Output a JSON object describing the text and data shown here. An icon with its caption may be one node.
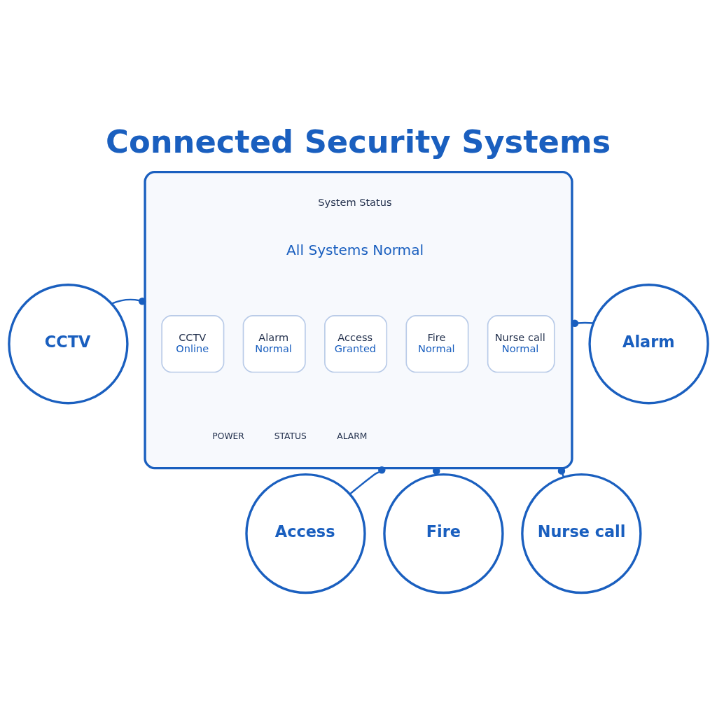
{
  "diagram": {
    "title": "Connected Security Systems",
    "nodes": [
      {
        "text": [
          "CCTV"
        ]
      },
      {
        "text": [],
        "shape": "box"
      },
      {
        "text": [
          "CCTV",
          "Online"
        ],
        "in": 1
      },
      {
        "text": [
          "Alarm",
          "Normal"
        ],
        "in": 1
      },
      {
        "text": [
          "Access",
          "Granted"
        ],
        "in": 1
      },
      {
        "text": [
          "Fire",
          "Normal"
        ],
        "in": 1
      },
      {
        "text": [
          "Nurse call",
          "Normal"
        ],
        "in": 1
      },
      {
        "text": [
          "Alarm"
        ]
      },
      {
        "text": [
          "Access"
        ]
      },
      {
        "text": [
          "Fire"
        ]
      },
      {
        "text": [
          "Nurse call"
        ]
      }
    ],
    "edges": [
      {
        "from": 1,
        "to": 0,
        "arrow": "other"
      },
      {
        "from": 1,
        "to": 7,
        "arrow": "other"
      },
      {
        "from": 1,
        "to": 8,
        "arrow": "other"
      },
      {
        "from": 1,
        "to": 9,
        "arrow": "other"
      },
      {
        "from": 1,
        "to": 10,
        "arrow": "other"
      }
    ],
    "labels": [
      "System Status",
      "All Systems Normal",
      "POWER",
      "STATUS",
      "ALARM"
    ]
  }
}
